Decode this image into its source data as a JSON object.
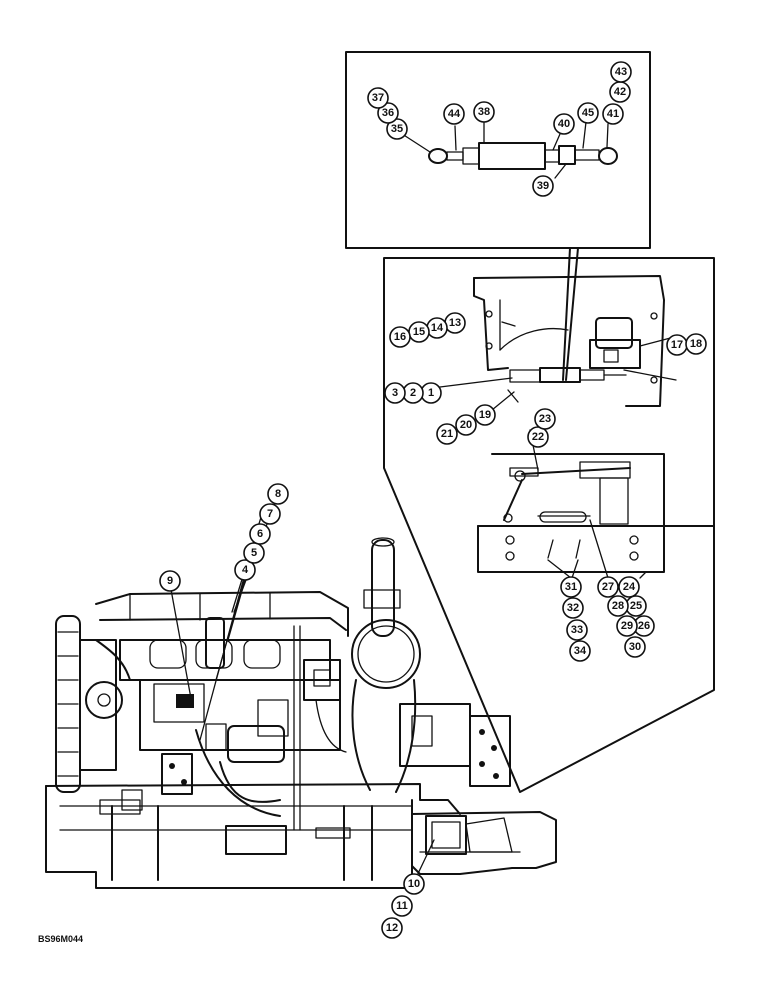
{
  "figure_code": "BS96M044",
  "callouts": [
    "1",
    "2",
    "3",
    "4",
    "5",
    "6",
    "7",
    "8",
    "9",
    "10",
    "11",
    "12",
    "13",
    "14",
    "15",
    "16",
    "17",
    "18",
    "19",
    "20",
    "21",
    "22",
    "23",
    "24",
    "25",
    "26",
    "27",
    "28",
    "29",
    "30",
    "31",
    "32",
    "33",
    "34",
    "35",
    "36",
    "37",
    "38",
    "39",
    "40",
    "41",
    "42",
    "43",
    "44",
    "45"
  ]
}
